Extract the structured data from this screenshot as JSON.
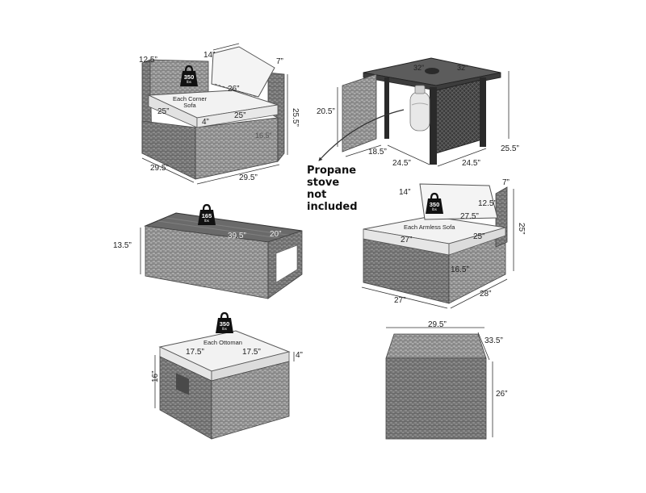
{
  "colors": {
    "wicker": "#8f8f8f",
    "wicker_dark": "#5e5e5e",
    "cushion": "#f2f2f2",
    "tabletop": "#5c5c5c",
    "frame": "#2a2a2a",
    "dimension_line": "#333333"
  },
  "corner_sofa": {
    "caption": "Each Corner Sofa",
    "weight": {
      "value": "350",
      "unit": "lbs"
    },
    "dims": {
      "arm_height": "12.5”",
      "back_depth": "14”",
      "back_thickness": "7”",
      "back_width": "26”",
      "seat_left": "25”",
      "seat_thickness": "4”",
      "seat_front": "25”",
      "height": "25.5”",
      "seat_height": "16.5”",
      "depth": "29.5”",
      "width": "29.5”"
    }
  },
  "fire_table": {
    "dims": {
      "top_left": "32”",
      "top_right": "32”",
      "door_height": "20.5”",
      "height": "25.5”",
      "door_width": "18.5”",
      "depth": "24.5”",
      "width": "24.5”"
    },
    "note": [
      "Propane",
      "stove",
      "not",
      "included"
    ]
  },
  "coffee_table": {
    "weight": {
      "value": "165",
      "unit": "lbs"
    },
    "dims": {
      "height": "13.5”",
      "length": "39.5”",
      "depth": "20”"
    }
  },
  "armless_sofa": {
    "caption": "Each Armless Sofa",
    "weight": {
      "value": "350",
      "unit": "lbs"
    },
    "dims": {
      "back_depth": "14”",
      "back_thickness": "7”",
      "arm_height": "12.5”",
      "back_width": "27.5”",
      "seat_left": "27”",
      "seat_right": "25”",
      "height": "25”",
      "seat_height": "16.5”",
      "width": "27”",
      "depth": "28”"
    }
  },
  "ottoman": {
    "caption": "Each Ottoman",
    "weight": {
      "value": "350",
      "unit": "lbs"
    },
    "dims": {
      "left": "17.5”",
      "right": "17.5”",
      "cushion": "4”",
      "height": "16”"
    }
  },
  "storage_box": {
    "dims": {
      "width": "29.5”",
      "depth": "33.5”",
      "height": "26”"
    }
  }
}
